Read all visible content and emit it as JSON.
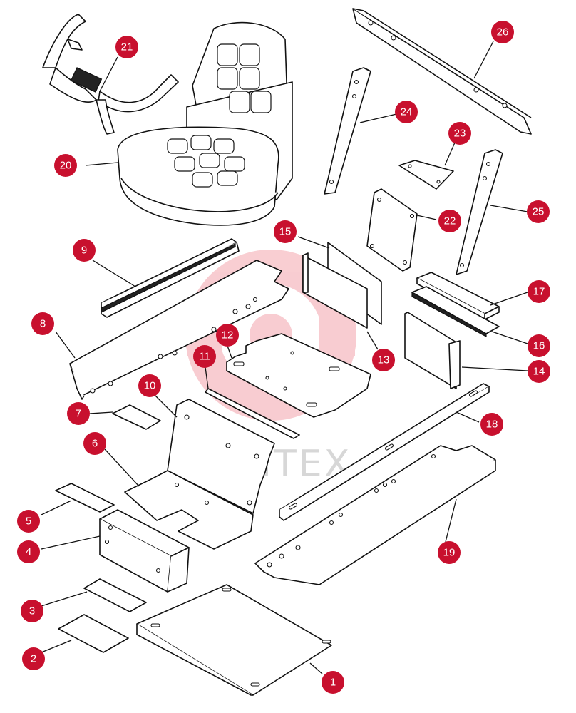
{
  "diagram": {
    "watermark_text": "ИНТЕХ",
    "callout_color": "#c8102e",
    "callouts": [
      "1",
      "2",
      "3",
      "4",
      "5",
      "6",
      "7",
      "8",
      "9",
      "10",
      "11",
      "12",
      "13",
      "14",
      "15",
      "16",
      "17",
      "18",
      "19",
      "20",
      "21",
      "22",
      "23",
      "24",
      "25",
      "26"
    ]
  }
}
